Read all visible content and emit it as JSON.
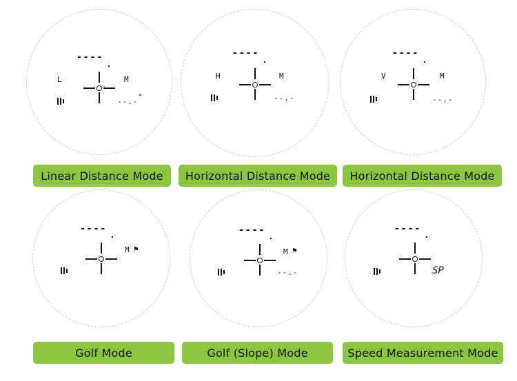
{
  "panels": [
    {
      "label": "Linear Distance Mode",
      "mode_letter": "L",
      "unit": "M",
      "sub": "--.-",
      "sub_suffix": "°",
      "top": "----"
    },
    {
      "label": "Horizontal Distance Mode",
      "mode_letter": "H",
      "unit": "M",
      "sub": "--.-",
      "top": "----"
    },
    {
      "label": "Horizontal Distance Mode",
      "mode_letter": "V",
      "unit": "M",
      "sub": "--.-",
      "top": "----"
    },
    {
      "label": "Golf Mode",
      "unit": "M",
      "flag": "⚑",
      "top": "----"
    },
    {
      "label": "Golf (Slope) Mode",
      "unit": "M",
      "flag": "⚑",
      "sub": "--.-",
      "top": "----"
    },
    {
      "label": "Speed Measurement Mode",
      "speed": "SP",
      "top": "----"
    }
  ],
  "colors": {
    "label_bg": "#8cc63e",
    "circle_border": "#c8c8c8"
  }
}
